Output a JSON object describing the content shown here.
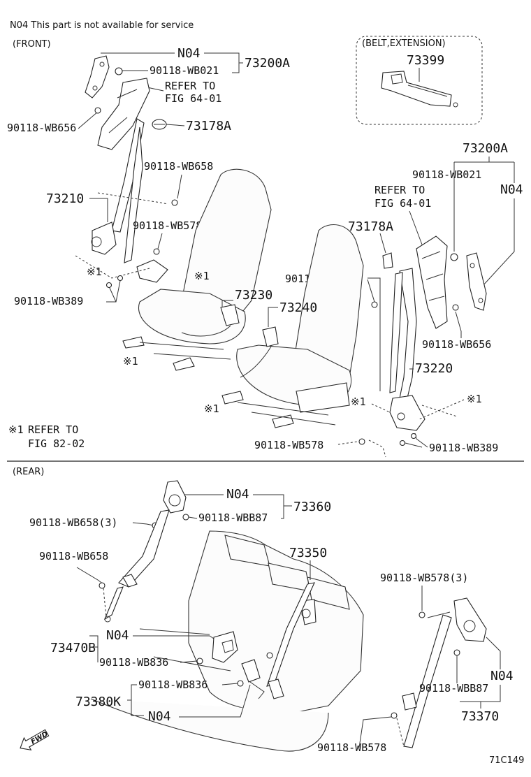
{
  "header": {
    "note": "N04   This part is not available for service",
    "front_label": "(FRONT)",
    "rear_label": "(REAR)",
    "belt_extension_label": "(BELT,EXTENSION)"
  },
  "front": {
    "left_assy": {
      "n04": "N04",
      "assy": "73200A",
      "bolt_wb021": "90118-WB021",
      "refer": "REFER TO",
      "refer_fig": "FIG 64-01",
      "bolt_wb656": "90118-WB656",
      "guide": "73178A"
    },
    "bolt_wb658": "90118-WB658",
    "belt_73210": "73210",
    "bolt_wb578": "90118-WB578",
    "bolt_wb389": "90118-WB389",
    "mark1": "※1",
    "buckle_73230": "73230",
    "buckle_73240": "73240",
    "extension": "73399",
    "right_assy": {
      "assy": "73200A",
      "bolt_wb021": "90118-WB021",
      "n04": "N04",
      "refer": "REFER TO",
      "refer_fig": "FIG 64-01",
      "guide": "73178A",
      "bolt_wb658": "90118-WB658",
      "bolt_wb656": "90118-WB656",
      "belt_73220": "73220",
      "bolt_wb578": "90118-WB578",
      "bolt_wb389": "90118-WB389"
    },
    "refer_note_mark": "※1",
    "refer_note_1": "REFER TO",
    "refer_note_2": "FIG 82-02"
  },
  "rear": {
    "left_n04": "N04",
    "left_assy": "73360",
    "bolt_wbb87": "90118-WBB87",
    "bolt_wb658_3": "90118-WB658(3)",
    "bolt_wb658": "90118-WB658",
    "center_belt": "73350",
    "buckle_73470b": "73470B",
    "n04_b": "N04",
    "bolt_wb836_a": "90118-WB836",
    "bolt_wb836_b": "90118-WB836",
    "buckle_73380k": "73380K",
    "n04_k": "N04",
    "right_bolt_wb578_3": "90118-WB578(3)",
    "right_n04": "N04",
    "right_bolt_wbb87": "90118-WBB87",
    "right_assy": "73370",
    "bottom_bolt_wb578": "90118-WB578"
  },
  "footer": {
    "fwd": "FWD",
    "code": "71C149"
  }
}
